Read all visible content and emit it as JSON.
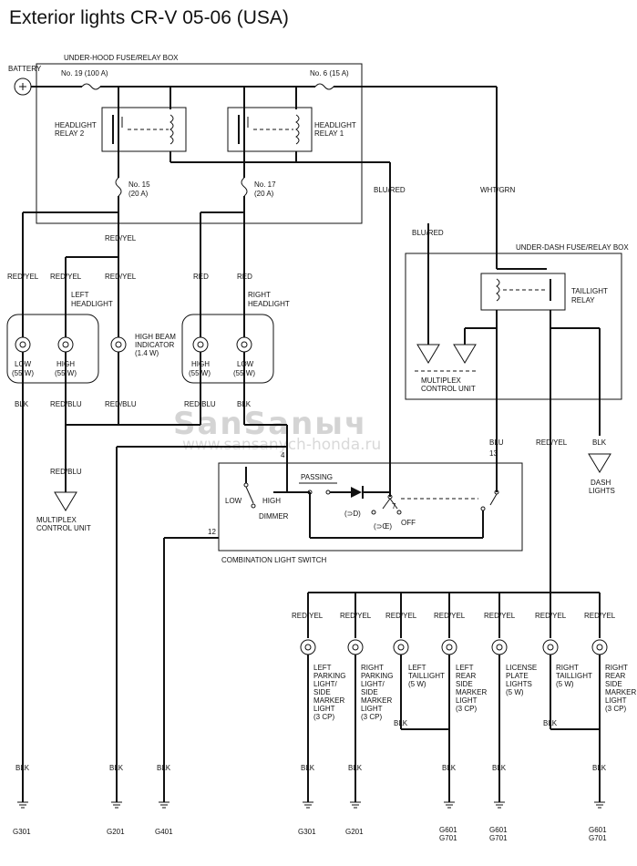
{
  "title": "Exterior lights CR-V 05-06 (USA)",
  "watermark": {
    "logo": "SanSanыч",
    "url": "www.sansanych-honda.ru"
  },
  "boxes": {
    "underhood": "UNDER-HOOD FUSE/RELAY BOX",
    "underdash": "UNDER-DASH FUSE/RELAY BOX",
    "combo_switch": "COMBINATION LIGHT SWITCH"
  },
  "battery": "BATTERY",
  "fuses": {
    "f19": "No. 19 (100 A)",
    "f6": "No. 6 (15 A)",
    "f15": [
      "No. 15",
      "(20 A)"
    ],
    "f17": [
      "No. 17",
      "(20 A)"
    ]
  },
  "relays": {
    "hl2": [
      "HEADLIGHT",
      "RELAY 2"
    ],
    "hl1": [
      "HEADLIGHT",
      "RELAY 1"
    ],
    "tail": [
      "TAILLIGHT",
      "RELAY"
    ]
  },
  "wires": {
    "red_yel": "RED/YEL",
    "red": "RED",
    "blk": "BLK",
    "red_blu": "RED/BLU",
    "blu_red": "BLU/RED",
    "wht_grn": "WHT/GRN",
    "blu": "BLU"
  },
  "headlights": {
    "left": [
      "LEFT",
      "HEADLIGHT"
    ],
    "right": [
      "RIGHT",
      "HEADLIGHT"
    ],
    "low": "LOW",
    "high": "HIGH",
    "w55": "(55 W)"
  },
  "high_beam": [
    "HIGH BEAM",
    "INDICATOR",
    "(1.4 W)"
  ],
  "mcu": {
    "left": [
      "MULTIPLEX",
      "CONTROL UNIT"
    ],
    "center": [
      "MULTIPLEX",
      "CONTROL UNIT"
    ]
  },
  "dash_lights": [
    "DASH",
    "LIGHTS"
  ],
  "switch": {
    "low": "LOW",
    "high": "HIGH",
    "dimmer": "DIMMER",
    "passing": "PASSING",
    "off": "OFF",
    "pos1": "(⊃D)",
    "pos2": "(⊃Œ)"
  },
  "pins": {
    "p4": "4",
    "p7": "7",
    "p12": "12",
    "p13": "13"
  },
  "lamps": {
    "l1": [
      "LEFT",
      "PARKING",
      "LIGHT/",
      "SIDE",
      "MARKER",
      "LIGHT",
      "(3 CP)"
    ],
    "l2": [
      "RIGHT",
      "PARKING",
      "LIGHT/",
      "SIDE",
      "MARKER",
      "LIGHT",
      "(3 CP)"
    ],
    "l3": [
      "LEFT",
      "TAILLIGHT",
      "(5 W)"
    ],
    "l4": [
      "LEFT",
      "REAR",
      "SIDE",
      "MARKER",
      "LIGHT",
      "(3 CP)"
    ],
    "l5": [
      "LICENSE",
      "PLATE",
      "LIGHTS",
      "(5 W)"
    ],
    "l6": [
      "RIGHT",
      "TAILLIGHT",
      "(5 W)"
    ],
    "l7": [
      "RIGHT",
      "REAR",
      "SIDE",
      "MARKER",
      "LIGHT",
      "(3 CP)"
    ]
  },
  "grounds": {
    "g301a": "G301",
    "g201a": "G201",
    "g401": "G401",
    "g301b": "G301",
    "g201b": "G201",
    "g601a": [
      "G601",
      "G701"
    ],
    "g601b": [
      "G601",
      "G701"
    ],
    "g601c": [
      "G601",
      "G701"
    ]
  }
}
